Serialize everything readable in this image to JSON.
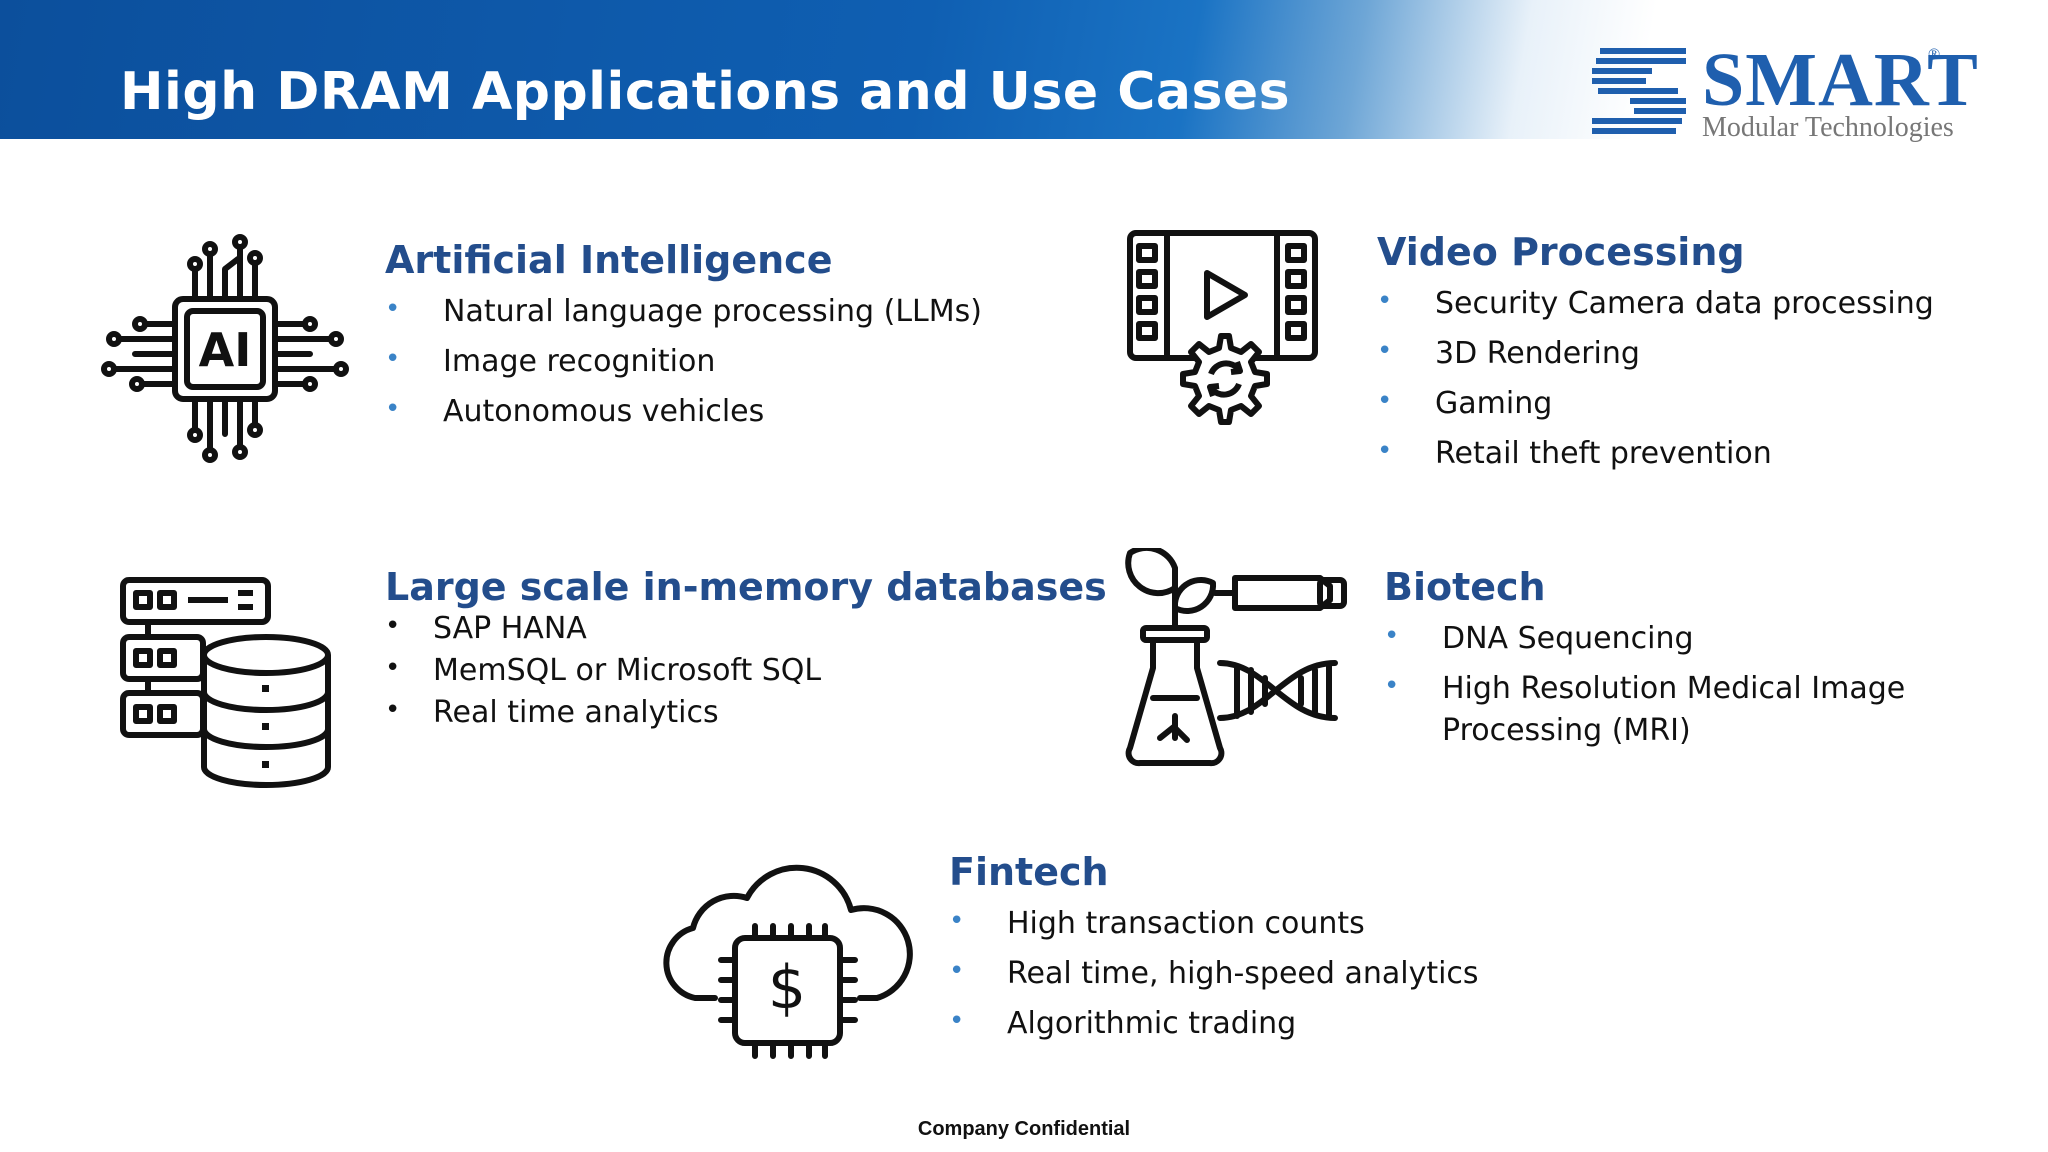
{
  "header": {
    "title": "High DRAM Applications and Use Cases",
    "logo_name": "SMART",
    "logo_registered": "®",
    "logo_subtitle": "Modular Technologies"
  },
  "sections": {
    "ai": {
      "icon": "ai-chip-icon",
      "title": "Artificial Intelligence",
      "items": [
        "Natural language processing (LLMs)",
        "Image recognition",
        "Autonomous vehicles"
      ]
    },
    "video": {
      "icon": "video-processing-icon",
      "title": "Video Processing",
      "items": [
        "Security Camera data processing",
        "3D Rendering",
        "Gaming",
        "Retail theft prevention"
      ]
    },
    "databases": {
      "icon": "database-server-icon",
      "title": "Large scale in-memory databases",
      "items": [
        "SAP HANA",
        "MemSQL or Microsoft SQL",
        "Real time analytics"
      ]
    },
    "biotech": {
      "icon": "biotech-icon",
      "title": "Biotech",
      "items": [
        "DNA Sequencing",
        "High Resolution Medical Image",
        "Processing (MRI)"
      ]
    },
    "fintech": {
      "icon": "cloud-finance-chip-icon",
      "title": "Fintech",
      "items": [
        "High transaction counts",
        "Real time, high-speed analytics",
        "Algorithmic trading"
      ]
    }
  },
  "footer": {
    "text": "Company Confidential"
  },
  "colors": {
    "header_blue": "#0f5fb2",
    "title_blue": "#234d8c",
    "bullet_blue": "#3a83c7",
    "logo_blue": "#1f5fae"
  }
}
